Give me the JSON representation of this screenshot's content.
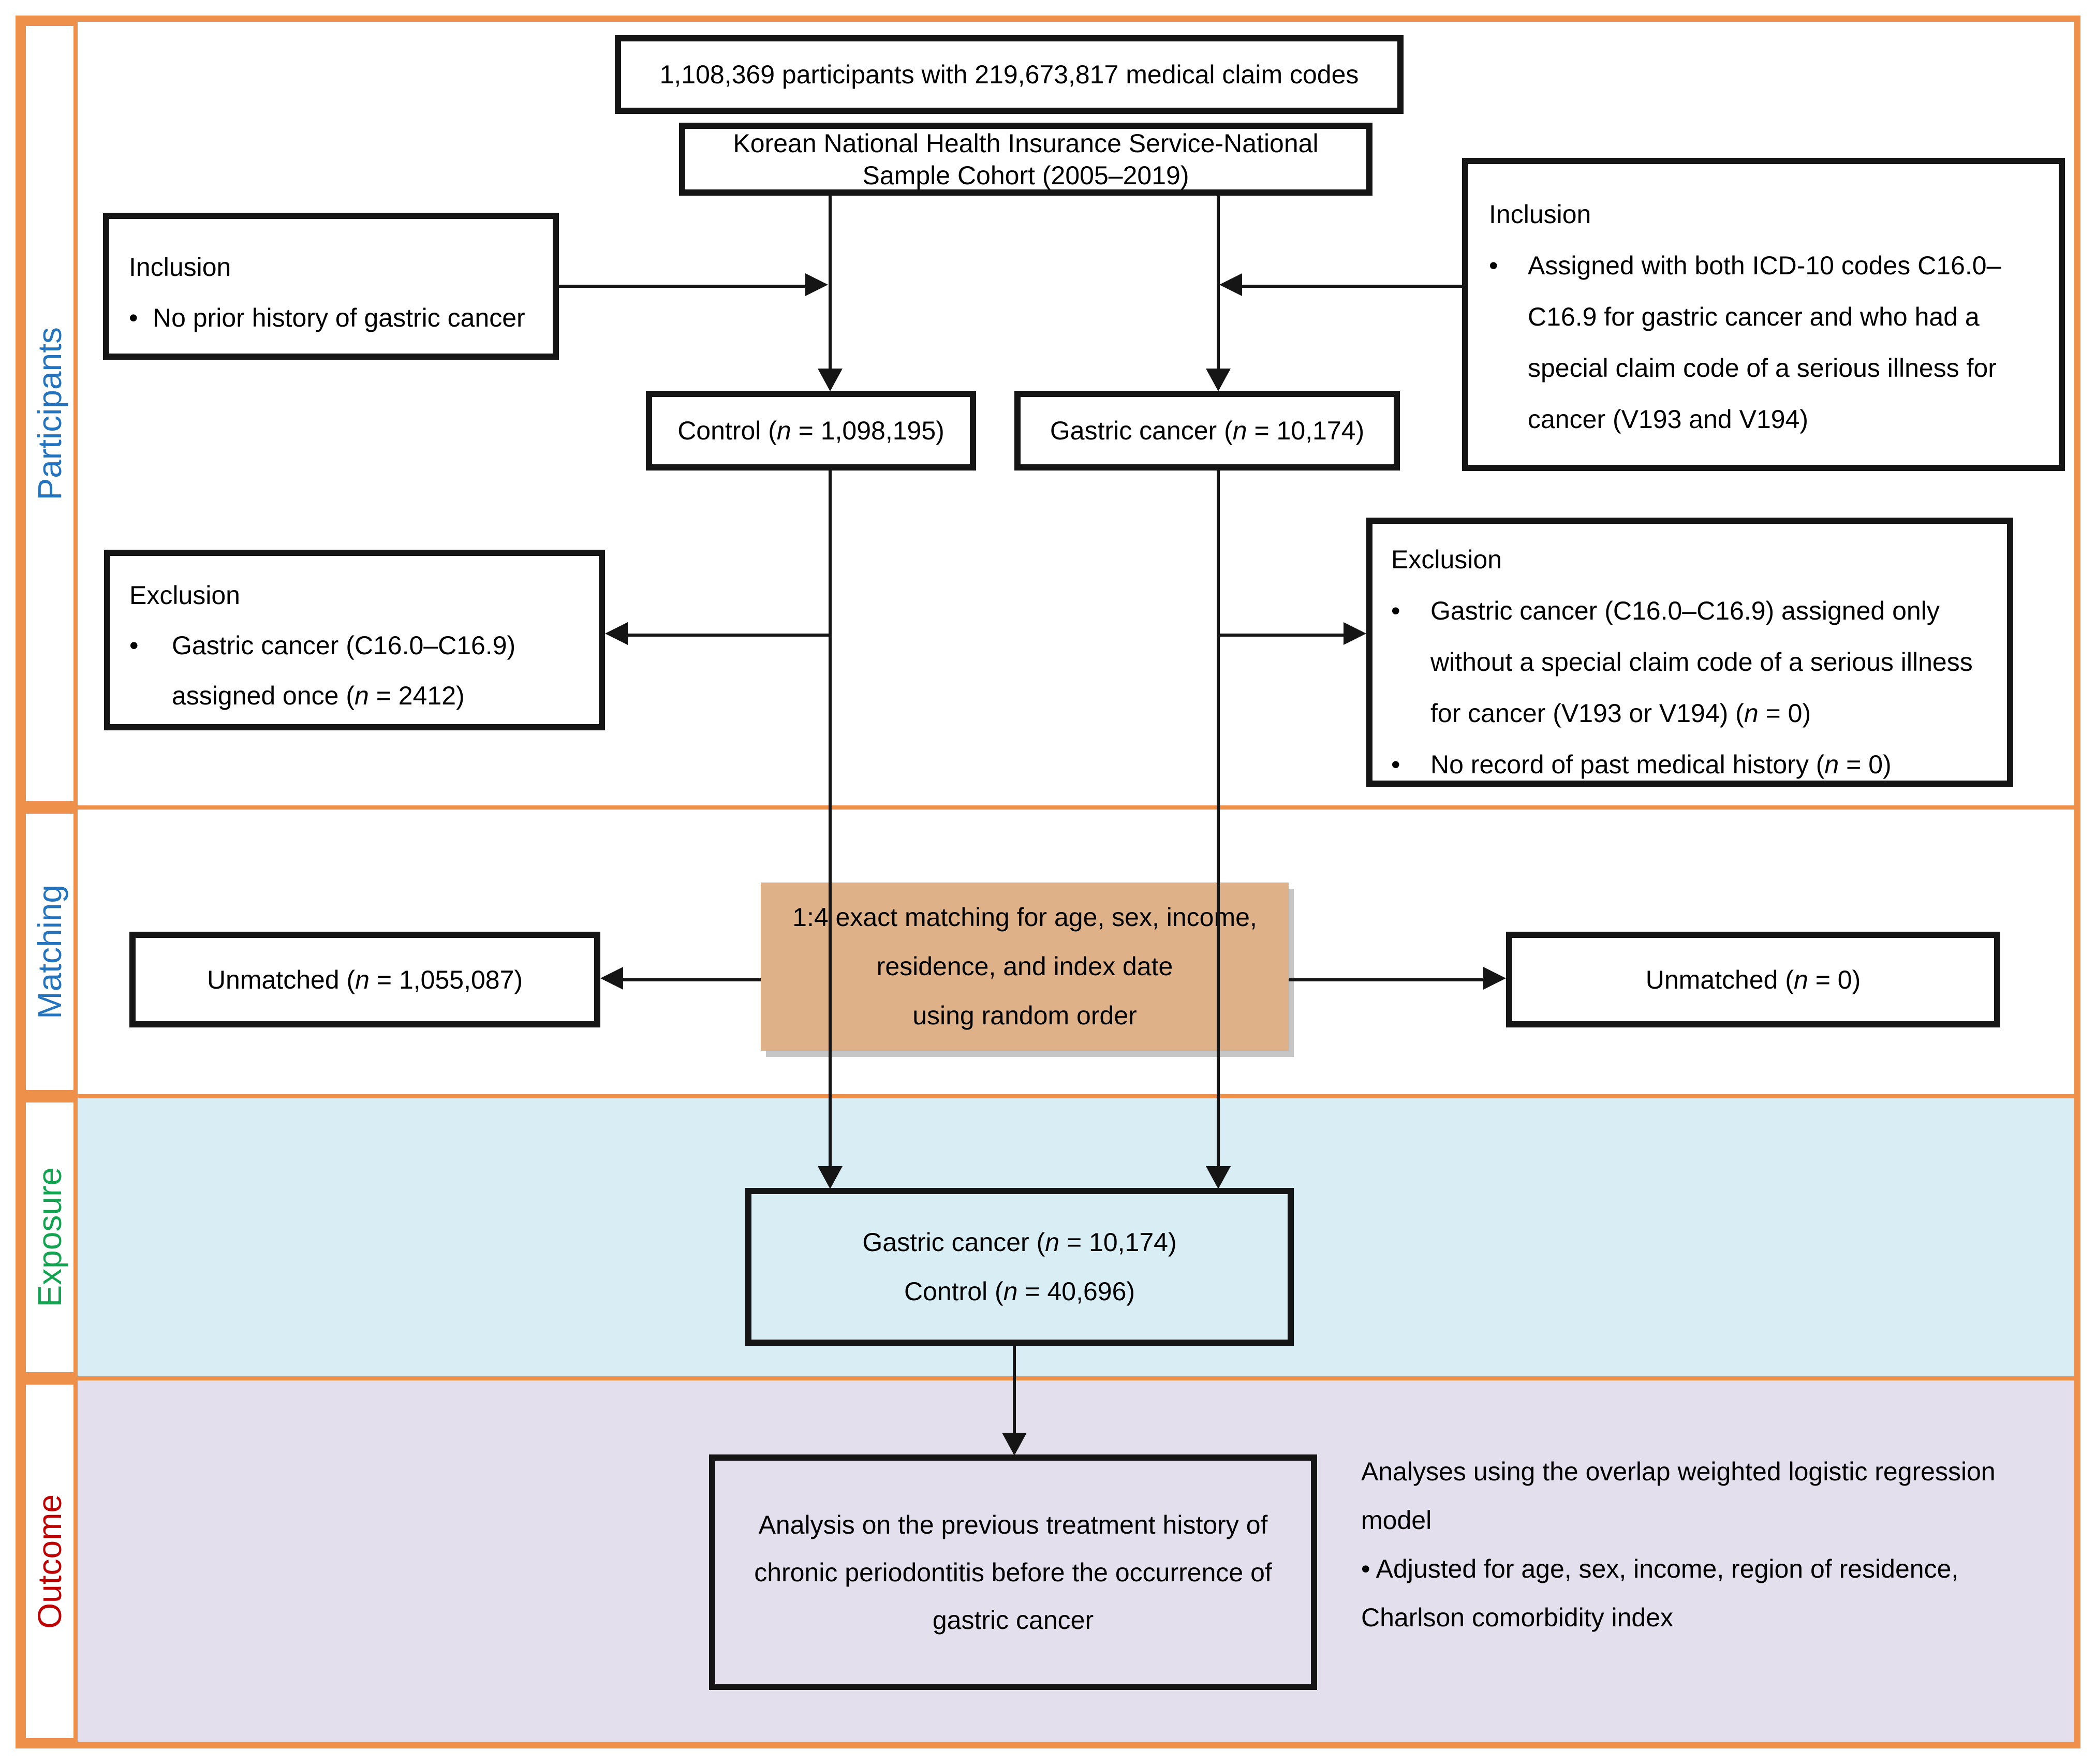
{
  "colors": {
    "frame_orange": "#EE8F4A",
    "matching_fill": "#DFB189",
    "exposure_band": "#D9EDF4",
    "outcome_band": "#E4DFEC",
    "participants_label": "#2473BE",
    "matching_label": "#2473BE",
    "exposure_label": "#12A450",
    "outcome_label": "#C00000",
    "box_border": "#151515"
  },
  "sidebar": {
    "participants": "Participants",
    "matching": "Matching",
    "exposure": "Exposure",
    "outcome": "Outcome"
  },
  "flow": {
    "total_box": {
      "text": "1,108,369 participants with 219,673,817 medical claim codes"
    },
    "cohort_box": {
      "line1": "Korean National Health Insurance Service-National",
      "line2": "Sample Cohort (2005–2019)"
    },
    "inclusion_left": {
      "title": "Inclusion",
      "bullet": "•",
      "item": "No prior history of gastric cancer"
    },
    "inclusion_right": {
      "title": "Inclusion",
      "bullet": "•",
      "line1": "Assigned with both ICD-10 codes C16.0–",
      "line2": "C16.9 for gastric cancer and who had a",
      "line3": "special claim code of a serious illness for",
      "line4": "cancer (V193 and V194)"
    },
    "control_box": {
      "pre": "Control (",
      "n": "n",
      "post": " = 1,098,195)"
    },
    "gastric_box": {
      "pre": "Gastric cancer (",
      "n": "n",
      "post": " = 10,174)"
    },
    "exclusion_left": {
      "title": "Exclusion",
      "bullet": "•",
      "line1": "Gastric cancer (C16.0–C16.9)",
      "line2_pre": "assigned once (",
      "line2_n": "n",
      "line2_post": " = 2412)"
    },
    "exclusion_right": {
      "title": "Exclusion",
      "bullet": "•",
      "b1_line1": "Gastric cancer (C16.0–C16.9) assigned only",
      "b1_line2": "without a special claim code of a serious illness",
      "b1_line3_pre": "for cancer (V193 or V194) (",
      "b1_line3_n": "n",
      "b1_line3_post": " = 0)",
      "b2_pre": "No record of past medical history (",
      "b2_n": "n",
      "b2_post": " = 0)"
    },
    "matching_box": {
      "line1": "1:4 exact matching for age, sex, income,",
      "line2": "residence, and index date",
      "line3": "using random order"
    },
    "unmatched_left": {
      "pre": "Unmatched (",
      "n": "n",
      "post": " = 1,055,087)"
    },
    "unmatched_right": {
      "pre": "Unmatched (",
      "n": "n",
      "post": " = 0)"
    },
    "exposure_box": {
      "line1_pre": "Gastric cancer (",
      "line1_n": "n",
      "line1_post": " = 10,174)",
      "line2_pre": "Control (",
      "line2_n": "n",
      "line2_post": " = 40,696)"
    },
    "outcome_box": {
      "line1": "Analysis on the previous treatment history of",
      "line2": "chronic periodontitis before the occurrence of",
      "line3": "gastric cancer"
    },
    "outcome_note": {
      "line1": "Analyses using the overlap weighted logistic regression",
      "line2": "model",
      "line3": "• Adjusted for age, sex, income, region of residence,",
      "line4": "Charlson comorbidity index"
    }
  }
}
